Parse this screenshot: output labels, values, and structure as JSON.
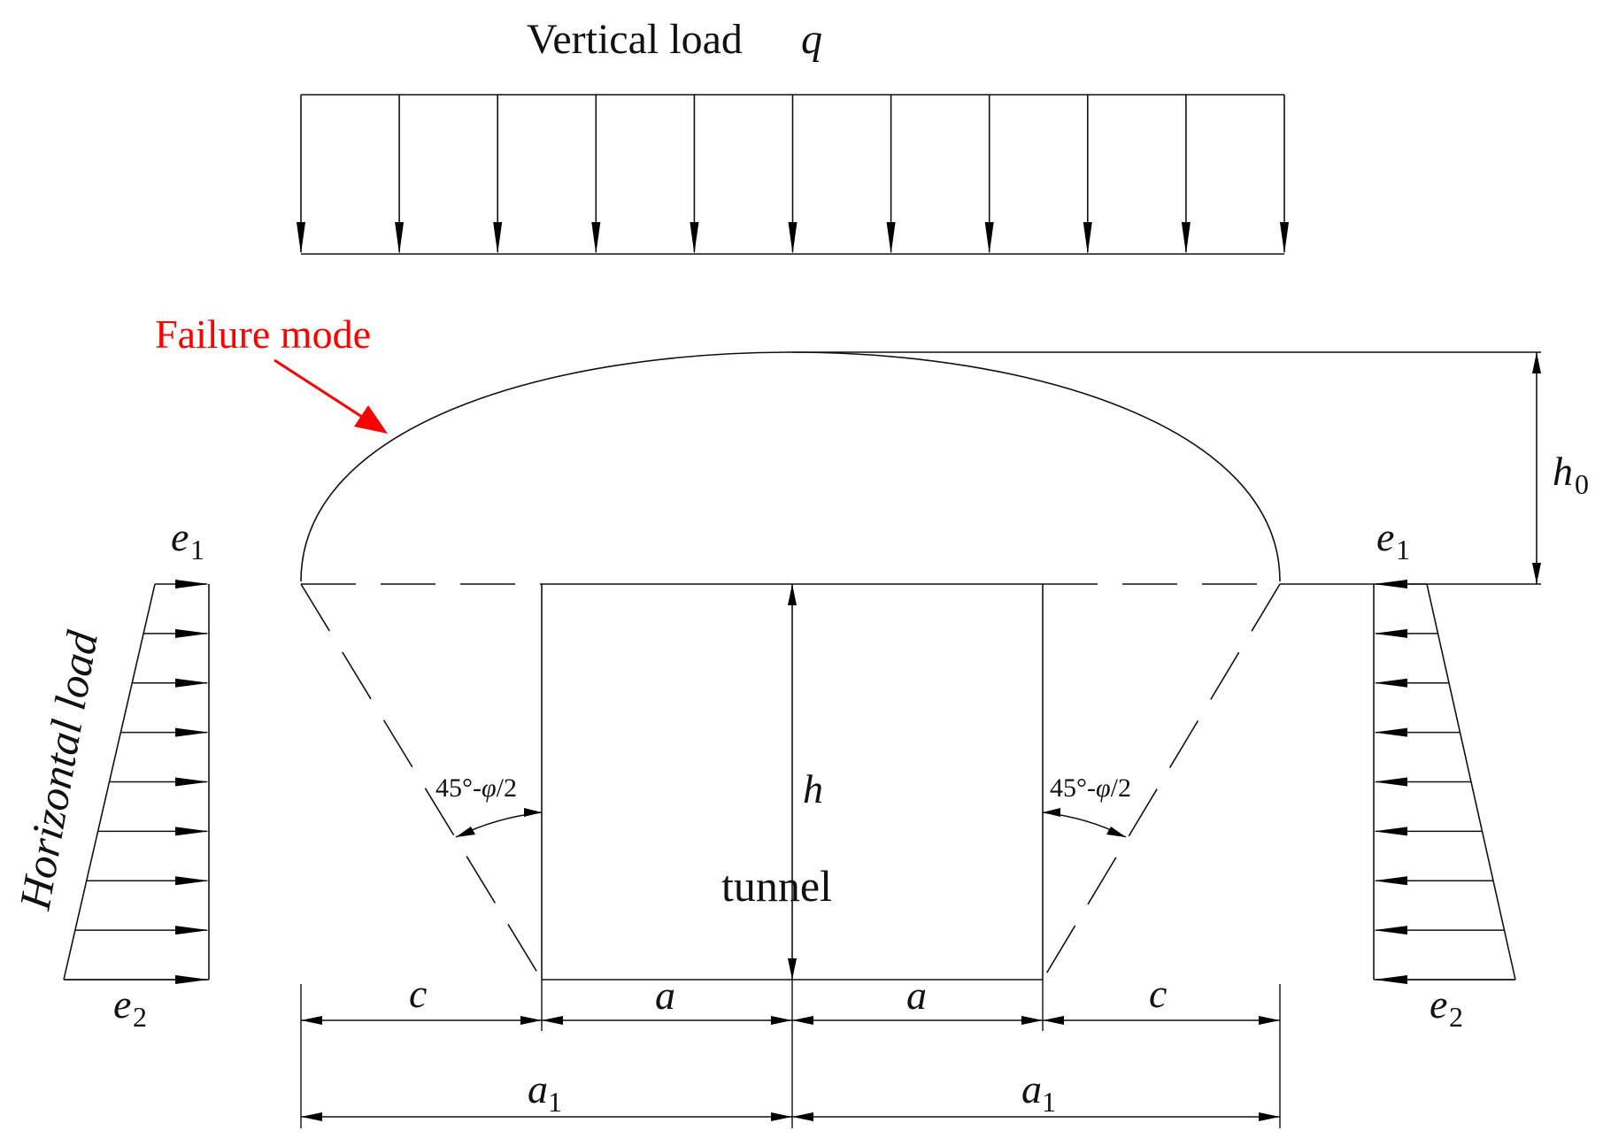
{
  "title": {
    "text": "Vertical load",
    "symbol": "q"
  },
  "labels": {
    "failure_mode": "Failure mode",
    "horizontal_load": "Horizontal load",
    "tunnel": "tunnel",
    "h": "h",
    "h0_main": "h",
    "h0_sub": "0",
    "e1_main": "e",
    "e1_sub": "1",
    "e2_main": "e",
    "e2_sub": "2",
    "angle_prefix": "45°-",
    "angle_phi": "φ",
    "angle_suffix": "/2",
    "c": "c",
    "a": "a",
    "a1_main": "a",
    "a1_sub": "1"
  },
  "colors": {
    "line": "#111111",
    "annotation": "#ff0000",
    "background": "#ffffff"
  },
  "loads": {
    "vertical_arrow_count": 11,
    "horizontal_arrow_count_per_side": 9
  }
}
